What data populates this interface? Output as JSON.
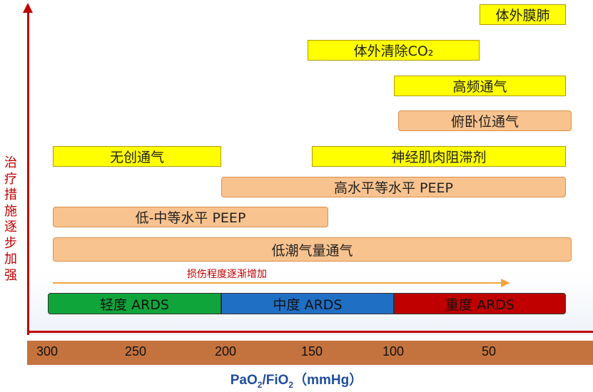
{
  "y_axis": {
    "label": [
      "治",
      "疗",
      "措",
      "施",
      "逐",
      "步",
      "加",
      "强"
    ]
  },
  "treatments": [
    {
      "label": "体外膜肺",
      "style": "yellow"
    },
    {
      "label": "体外清除CO₂",
      "style": "yellow"
    },
    {
      "label": "高频通气",
      "style": "yellow"
    },
    {
      "label": "俯卧位通气",
      "style": "peach"
    },
    {
      "label": "无创通气",
      "style": "yellow"
    },
    {
      "label": "神经肌肉阻滞剂",
      "style": "yellow"
    },
    {
      "label": "高水平等水平 PEEP",
      "style": "peach"
    },
    {
      "label": "低-中等水平 PEEP",
      "style": "peach"
    },
    {
      "label": "低潮气量通气",
      "style": "peach"
    }
  ],
  "progress": {
    "label": "损伤程度逐渐增加"
  },
  "severity": {
    "mild": "轻度 ARDS",
    "moderate": "中度 ARDS",
    "severe": "重度 ARDS"
  },
  "x_axis": {
    "ticks": [
      "300",
      "250",
      "200",
      "150",
      "100",
      "50"
    ],
    "label_main": "PaO",
    "label_sub1": "2",
    "label_mid": "/FiO",
    "label_sub2": "2",
    "label_unit": "（mmHg）"
  },
  "colors": {
    "axis": "#c00000",
    "yellow_bar": "#ffff00",
    "peach_bar": "#f9c38f",
    "mild": "#10a53b",
    "moderate": "#1f6fc4",
    "severe": "#c00000",
    "tick_band": "#c5733e",
    "progress_arrow": "#f5a43c"
  }
}
